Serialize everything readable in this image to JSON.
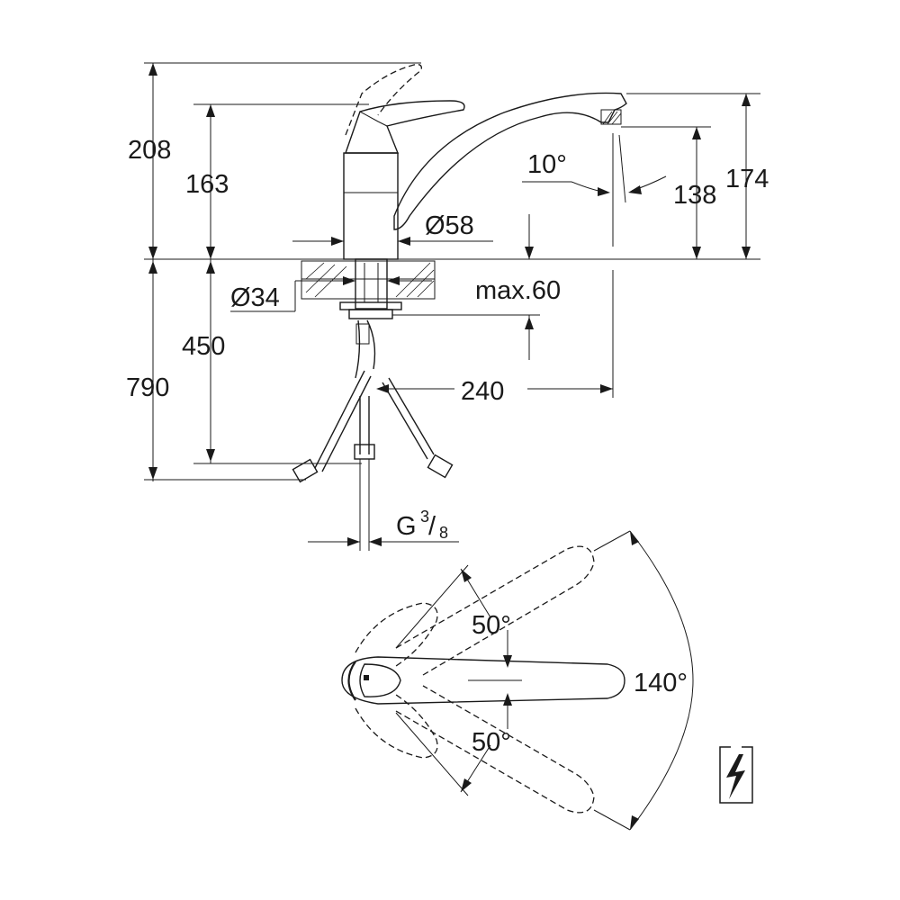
{
  "dimensions": {
    "height_lever_raised": "208",
    "height_lever": "163",
    "base_diameter": "Ø58",
    "hole_diameter": "Ø34",
    "spout_angle": "10°",
    "aerator_height": "138",
    "spout_height": "174",
    "max_deck_thickness": "max.60",
    "reach": "240",
    "hose_length_450": "450",
    "hose_length_790": "790",
    "connection_thread_base": "G",
    "connection_thread_num": "3",
    "connection_thread_den": "8",
    "lever_swing_up": "50°",
    "lever_swing_down": "50°",
    "spout_swivel": "140°"
  },
  "icons": {
    "low_pressure": "lightning-symbol"
  }
}
